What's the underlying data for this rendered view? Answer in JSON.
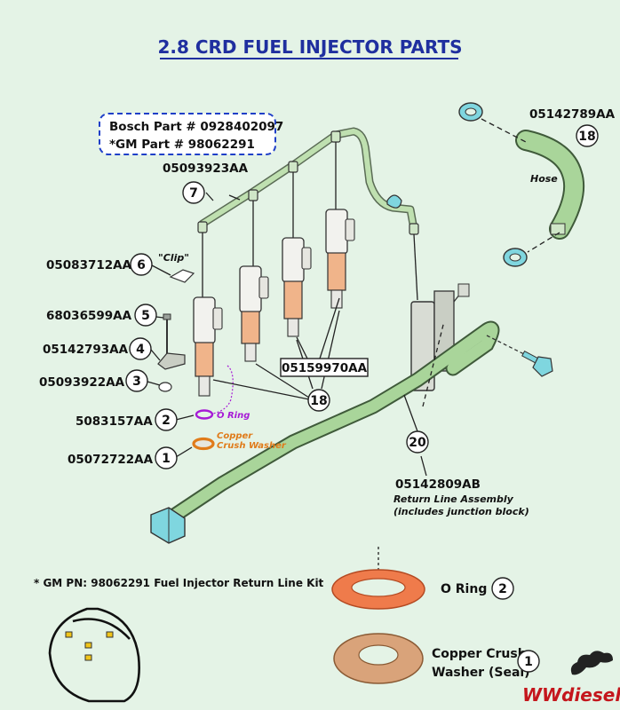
{
  "title": "2.8 CRD FUEL INJECTOR PARTS",
  "bosch_box": {
    "line1": "Bosch Part # 0928402097",
    "line2": "*GM Part # 98062291"
  },
  "parts": {
    "p1": {
      "number": "1",
      "part_no": "05072722AA",
      "caption": "Copper Crush Washer"
    },
    "p2": {
      "number": "2",
      "part_no": "5083157AA",
      "caption": "O Ring"
    },
    "p3": {
      "number": "3",
      "part_no": "05093922AA"
    },
    "p4": {
      "number": "4",
      "part_no": "05142793AA"
    },
    "p5": {
      "number": "5",
      "part_no": "68036599AA"
    },
    "p6": {
      "number": "6",
      "part_no": "05083712AA",
      "caption": "\"Clip\""
    },
    "p7": {
      "number": "7",
      "part_no": "05093923AA"
    },
    "p18_hose": {
      "number": "18",
      "part_no": "05142789AA",
      "caption": "Hose"
    },
    "p18_injector": {
      "number": "18",
      "part_no": "05159970AA"
    },
    "p20": {
      "number": "20",
      "part_no": "05142809AB",
      "caption1": "Return Line Assembly",
      "caption2": "(includes junction block)"
    }
  },
  "kit_caption": "* GM PN:  98062291 Fuel Injector Return Line Kit",
  "detail": {
    "oring_label": "O Ring",
    "oring_number": "2",
    "washer_label1": "Copper Crush",
    "washer_label2": "Washer (Seal)",
    "washer_number": "1"
  },
  "logo": "WWdiesel",
  "colors": {
    "title": "#1f2f9f",
    "background": "#e4f3e6",
    "hose": "#a9d59a",
    "injector_tip": "#f0b48a",
    "oring": "#a61ad6",
    "washer": "#e07b1a"
  }
}
